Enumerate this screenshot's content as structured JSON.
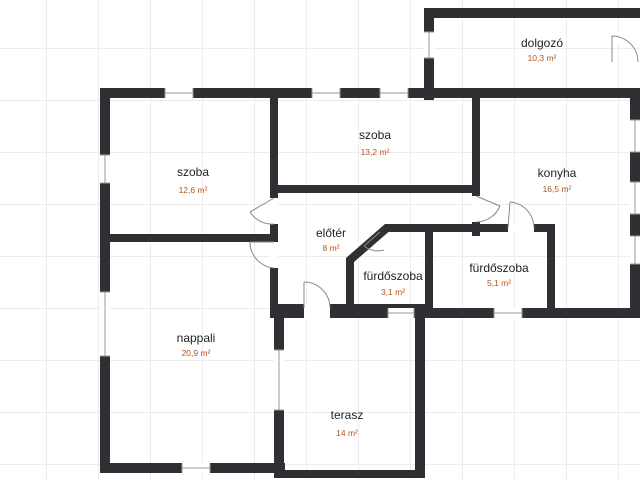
{
  "colors": {
    "wall": "#2f3033",
    "area_text": "#b3541e",
    "label_text": "#222222",
    "grid": "#ececec",
    "background": "#ffffff"
  },
  "rooms": [
    {
      "id": "dolgozo",
      "name": "dolgozó",
      "area": "10,3 m²"
    },
    {
      "id": "szoba-1",
      "name": "szoba",
      "area": "12,6 m²"
    },
    {
      "id": "szoba-2",
      "name": "szoba",
      "area": "13,2 m²"
    },
    {
      "id": "konyha",
      "name": "konyha",
      "area": "16,5 m²"
    },
    {
      "id": "eloter",
      "name": "előtér",
      "area": "8 m²"
    },
    {
      "id": "furdoszoba-1",
      "name": "fürdőszoba",
      "area": "3,1 m²"
    },
    {
      "id": "furdoszoba-2",
      "name": "fürdőszoba",
      "area": "5,1 m²"
    },
    {
      "id": "nappali",
      "name": "nappali",
      "area": "20,9 m²"
    },
    {
      "id": "terasz",
      "name": "terasz",
      "area": "14 m²"
    }
  ]
}
